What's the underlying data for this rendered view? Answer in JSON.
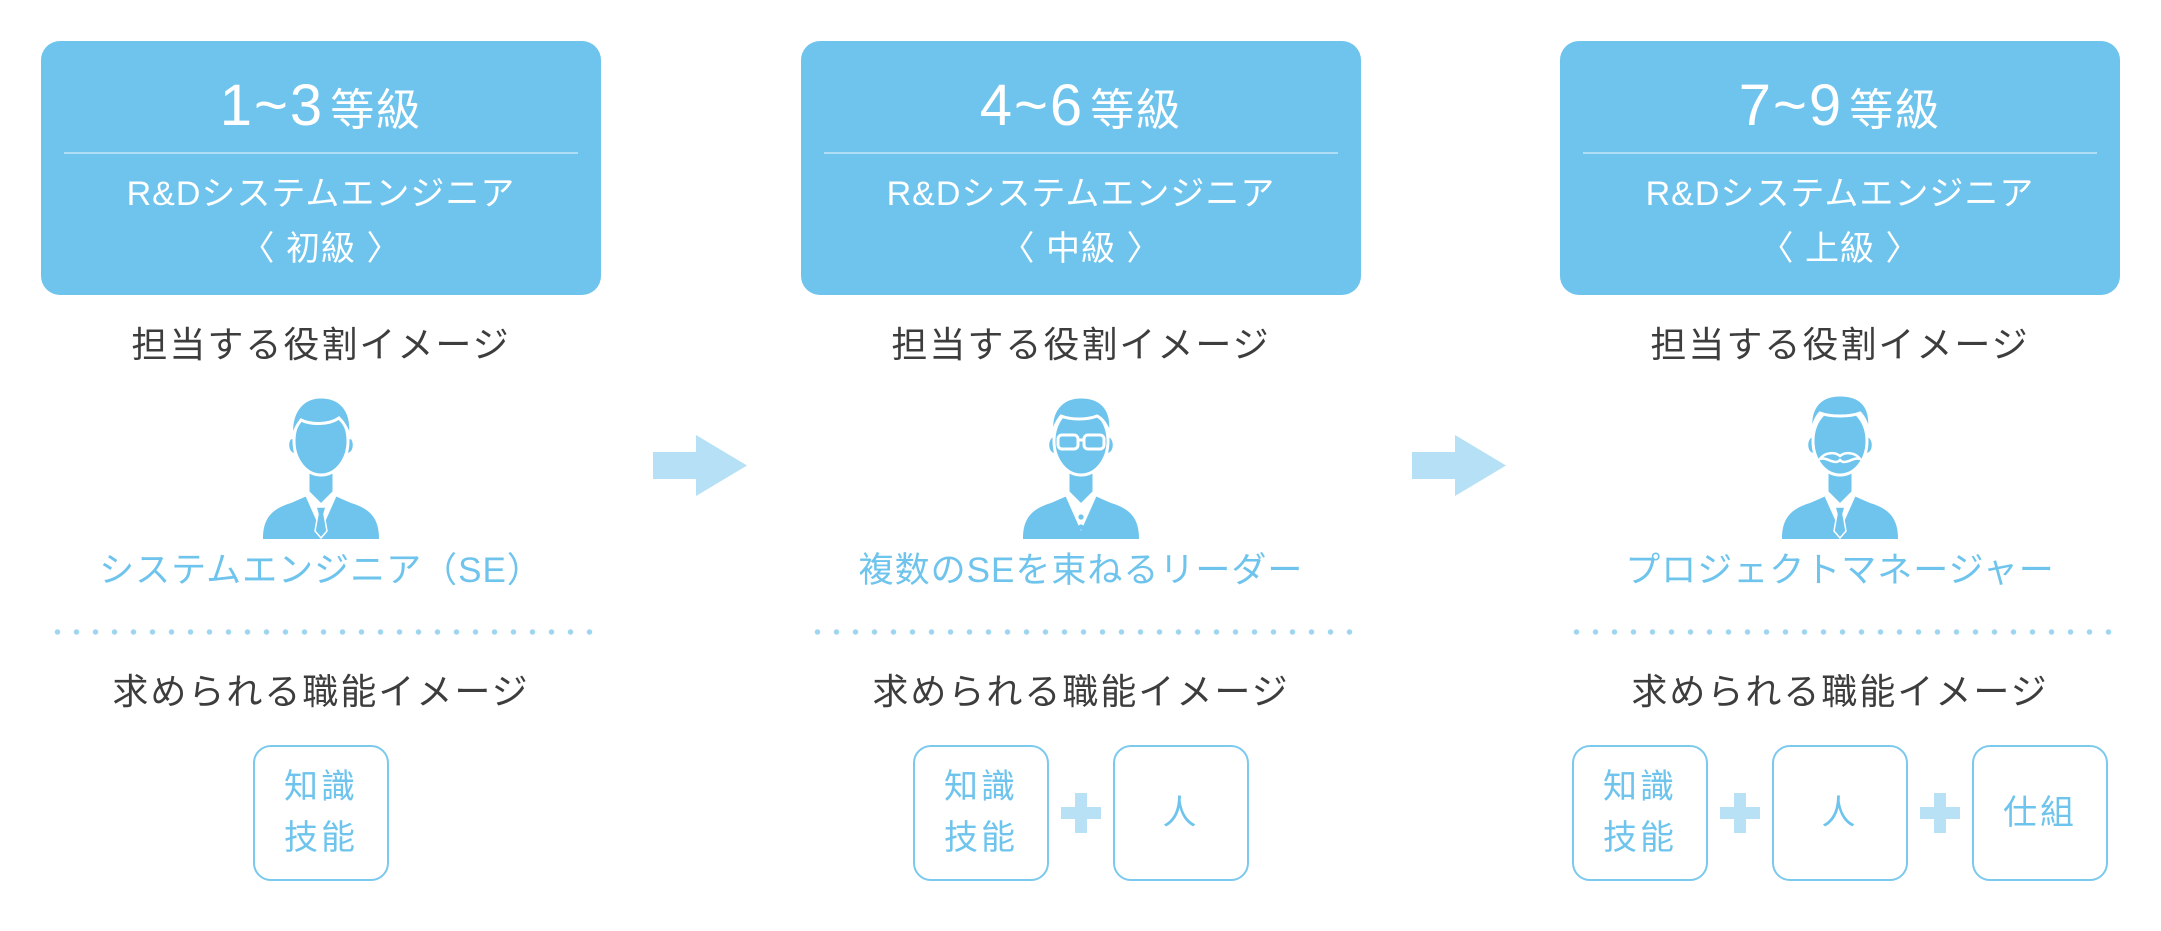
{
  "colors": {
    "accent": "#6ec4ec",
    "arrow": "#b5e0f5",
    "plus": "#b8e1f5",
    "heading_text": "#3d3d3d",
    "header_text": "#ffffff"
  },
  "icons": {
    "arrow": "arrow-right-icon",
    "plus": "plus-icon"
  },
  "columns": [
    {
      "grade_range": "1~3",
      "grade_unit": "等級",
      "title": "R&Dシステムエンジニア",
      "level": "〈 初級 〉",
      "role_heading": "担当する役割イメージ",
      "role_icon": "person-icon",
      "role_label": "システムエンジニア（SE）",
      "skills_heading": "求められる職能イメージ",
      "skills": [
        {
          "lines": [
            "知識",
            "技能"
          ]
        }
      ]
    },
    {
      "grade_range": "4~6",
      "grade_unit": "等級",
      "title": "R&Dシステムエンジニア",
      "level": "〈 中級 〉",
      "role_heading": "担当する役割イメージ",
      "role_icon": "person-glasses-icon",
      "role_label": "複数のSEを束ねるリーダー",
      "skills_heading": "求められる職能イメージ",
      "skills": [
        {
          "lines": [
            "知識",
            "技能"
          ]
        },
        {
          "lines": [
            "人"
          ]
        }
      ]
    },
    {
      "grade_range": "7~9",
      "grade_unit": "等級",
      "title": "R&Dシステムエンジニア",
      "level": "〈 上級 〉",
      "role_heading": "担当する役割イメージ",
      "role_icon": "person-mustache-icon",
      "role_label": "プロジェクトマネージャー",
      "skills_heading": "求められる職能イメージ",
      "skills": [
        {
          "lines": [
            "知識",
            "技能"
          ]
        },
        {
          "lines": [
            "人"
          ]
        },
        {
          "lines": [
            "仕組"
          ]
        }
      ]
    }
  ]
}
